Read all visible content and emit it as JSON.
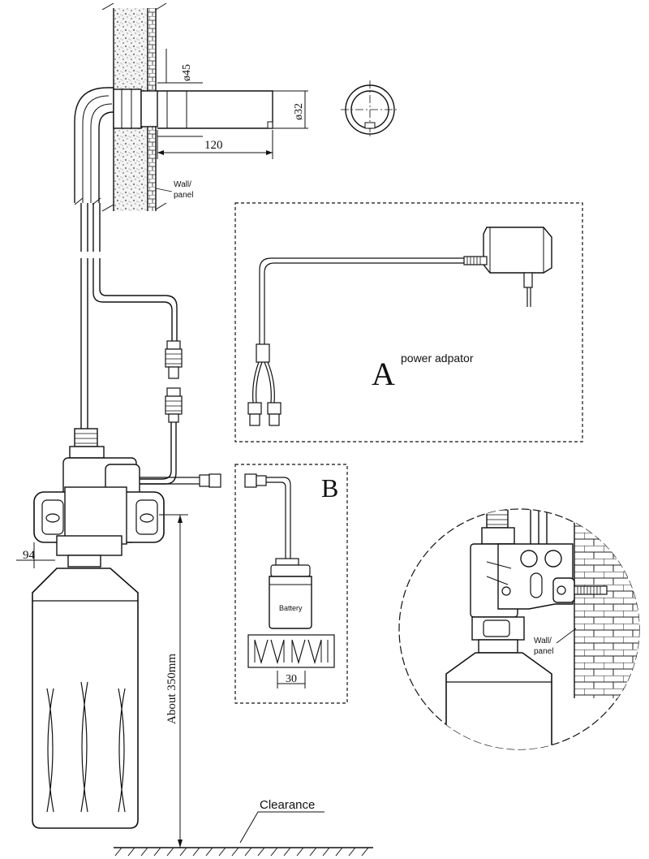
{
  "diagram": {
    "dimensions": {
      "outlet_diameter": "ø45",
      "spout_diameter": "ø32",
      "spout_length": "120",
      "bracket_width": "94",
      "height": "About 350mm",
      "battery_spacing": "30"
    },
    "labels": {
      "wall_panel_top": [
        "Wall/",
        "panel"
      ],
      "wall_panel_detail": [
        "Wall/",
        "panel"
      ],
      "battery": "Battery",
      "clearance": "Clearance"
    },
    "option_a": {
      "letter": "A",
      "caption": "power adpator"
    },
    "option_b": {
      "letter": "B"
    }
  }
}
